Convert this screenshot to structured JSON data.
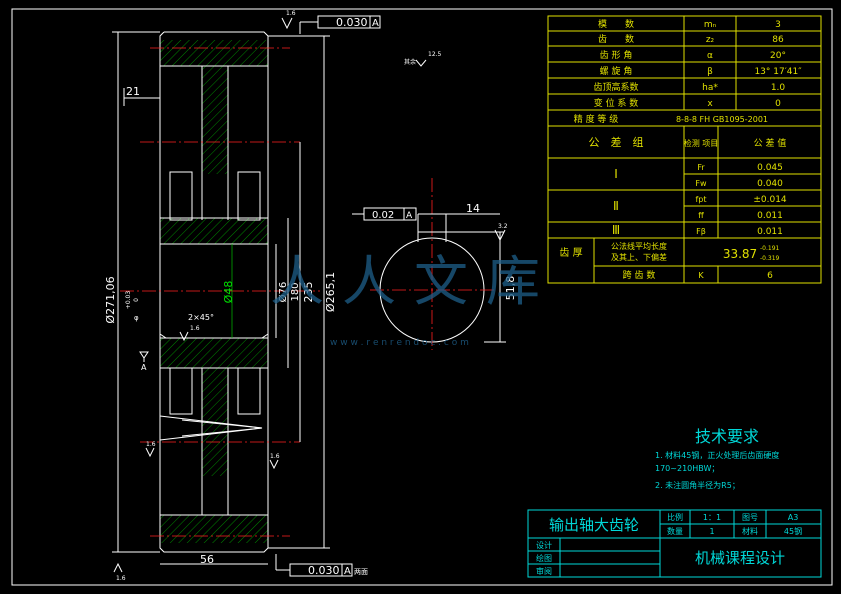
{
  "gear_view": {
    "dims": {
      "width_21": "21",
      "width_56": "56",
      "dia_271": "Ø271,06",
      "dia_265": "Ø265,1",
      "dim_235": "235",
      "dim_180": "180",
      "dia_76": "Ø76",
      "dia_48": "Ø48",
      "chamfer": "2×45°",
      "runout_top": "0.030",
      "runout_bottom": "0.030",
      "datum": "A",
      "datum_left": "A",
      "rough_1": "1.6",
      "rough_2": "1.6",
      "rough_3": "1.6",
      "rough_4": "1.6",
      "rough_5": "1.6",
      "rough_6": "3.2",
      "rough_general": "12.5",
      "rough_general_label": "其余",
      "bottom_note": "两面",
      "tol_left_top": "+0.03",
      "tol_left_bottom": "0",
      "left_mark": "φ"
    }
  },
  "hub_view": {
    "keyway_width": "14",
    "keyway_depth": "51,8",
    "symmetry_tol": "0.02",
    "datum": "A",
    "rough": "3.2",
    "small_rough": "3.2"
  },
  "params_table": {
    "rows": [
      {
        "name": "模　　数",
        "sym": "mₙ",
        "val": "3"
      },
      {
        "name": "齿　　数",
        "sym": "z₂",
        "val": "86"
      },
      {
        "name": "齿 形 角",
        "sym": "α",
        "val": "20°"
      },
      {
        "name": "螺 旋 角",
        "sym": "β",
        "val": "13° 17′41″"
      },
      {
        "name": "齿顶高系数",
        "sym": "ha*",
        "val": "1.0"
      },
      {
        "name": "变 位 系 数",
        "sym": "x",
        "val": "0"
      },
      {
        "name": "精 度 等 级",
        "sym": "",
        "val": "8-8-8 FH GB1095-2001"
      }
    ],
    "group_header": "公　差　组",
    "check_header": "检测\n项目",
    "tol_header": "公 差 值",
    "groups": [
      {
        "label": "Ⅰ",
        "items": [
          {
            "sym": "Fr",
            "val": "0.045"
          },
          {
            "sym": "Fw",
            "val": "0.040"
          }
        ]
      },
      {
        "label": "Ⅱ",
        "items": [
          {
            "sym": "fpt",
            "val": "±0.014"
          },
          {
            "sym": "ff",
            "val": "0.011"
          }
        ]
      },
      {
        "label": "Ⅲ",
        "items": [
          {
            "sym": "Fβ",
            "val": "0.011"
          }
        ]
      }
    ],
    "thickness_label": "齿\n厚",
    "thickness_desc_1": "公法线平均长度",
    "thickness_desc_2": "及其上、下偏差",
    "thickness_val": "33.87",
    "thickness_upper": "-0.191",
    "thickness_lower": "-0.319",
    "span_label": "跨 齿 数",
    "span_sym": "K",
    "span_val": "6"
  },
  "tech_req": {
    "title": "技术要求",
    "line1": "1. 材料45钢，正火处理后齿面硬度",
    "line2": "170~210HBW；",
    "line3": "2. 未注圆角半径为R5；"
  },
  "title_block": {
    "drawing_name": "输出轴大齿轮",
    "scale_label": "比例",
    "scale_val": "1：1",
    "drawing_no_label": "图号",
    "drawing_no_val": "A3",
    "qty_label": "数量",
    "qty_val": "1",
    "material_label": "材料",
    "material_val": "45钢",
    "design_label": "设计",
    "draw_label": "绘图",
    "review_label": "审阅",
    "course_title": "机械课程设计"
  },
  "watermark": {
    "text": "人人文库",
    "url": "w w w . r e n r e n d o c . c o m"
  }
}
